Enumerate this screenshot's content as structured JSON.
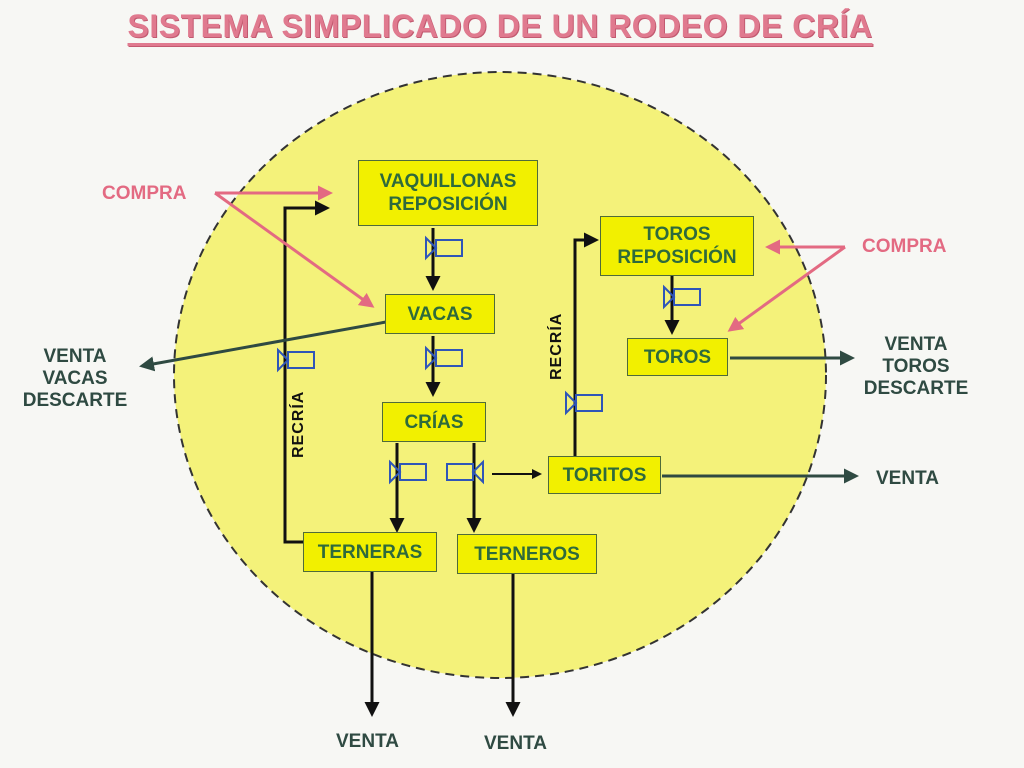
{
  "title": "SISTEMA SIMPLICADO DE UN RODEO DE CRÍA",
  "boxes": {
    "vaquillonas": [
      "VAQUILLONAS",
      "REPOSICIÓN"
    ],
    "vacas": "VACAS",
    "crias": "CRÍAS",
    "terneras": "TERNERAS",
    "terneros": "TERNEROS",
    "toritos": "TORITOS",
    "toros_reposicion": [
      "TOROS",
      "REPOSICIÓN"
    ],
    "toros": "TOROS"
  },
  "labels": {
    "compra_left": "COMPRA",
    "compra_right": "COMPRA",
    "venta_vacas": [
      "VENTA",
      "VACAS",
      "DESCARTE"
    ],
    "venta_toros": [
      "VENTA",
      "TOROS",
      "DESCARTE"
    ],
    "venta_toritos": "VENTA",
    "venta_terneras": "VENTA",
    "venta_terneros": "VENTA",
    "recria_left": "RECRÍA",
    "recria_right": "RECRÍA"
  },
  "colors": {
    "circle_fill": "#f4f27a",
    "box_fill": "#f2f000",
    "box_text": "#2e6a3c",
    "compra": "#e36a82",
    "venta": "#2f4a42",
    "flow": "#111111",
    "valve": "#2f56b8",
    "title": "#e07a8f"
  },
  "icons": [
    "valve-icon",
    "arrow-icon"
  ]
}
